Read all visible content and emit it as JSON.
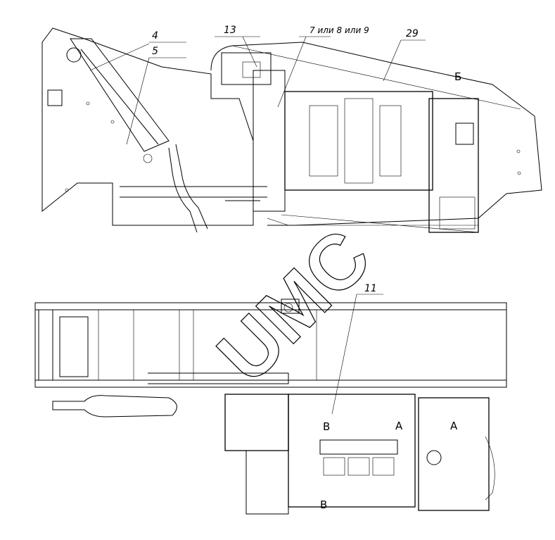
{
  "drawing": {
    "callouts": {
      "c4": "4",
      "c5": "5",
      "c13": "13",
      "c7": "7 или 8 или 9",
      "c29": "29",
      "c11": "11"
    },
    "view_marks": {
      "b_cyr": "Б",
      "v1": "В",
      "a1": "А",
      "a2": "А",
      "v2": "В"
    },
    "watermark": "UMC"
  }
}
